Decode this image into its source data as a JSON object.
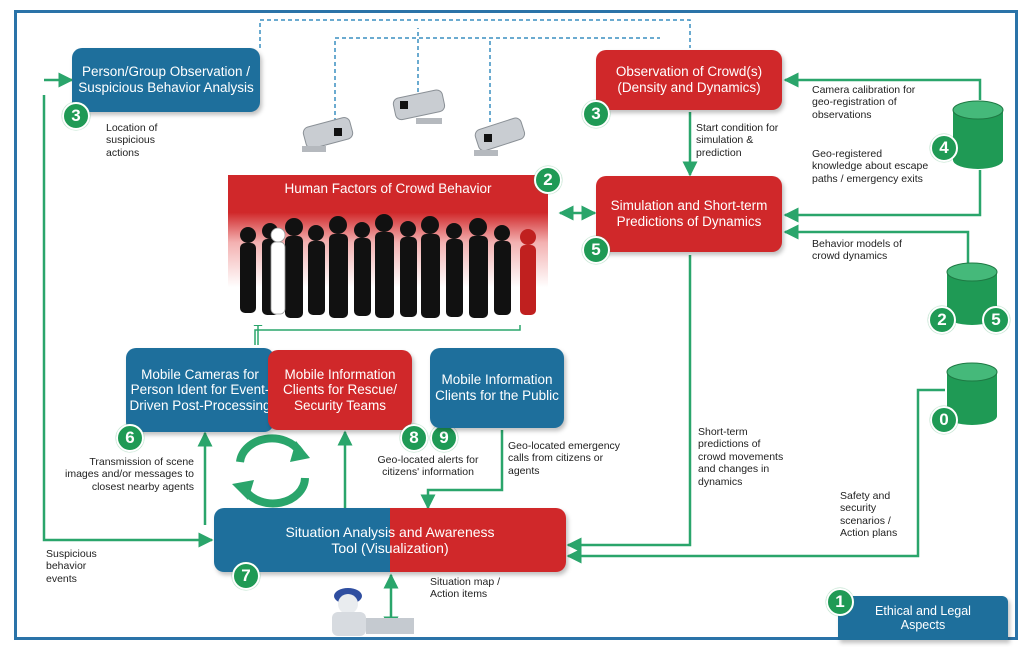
{
  "boxes": {
    "person_group": "Person/Group Observation / Suspicious Behavior Analysis",
    "crowd_obs": "Observation of Crowd(s) (Density and Dynamics)",
    "human_factors": "Human Factors of Crowd Behavior",
    "simulation": "Simulation and Short-term Predictions of Dynamics",
    "mobile_cameras": "Mobile Cameras for Person Ident for Event-Driven Post-Processing",
    "mobile_rescue": "Mobile Information Clients for Rescue/ Security Teams",
    "mobile_public": "Mobile Information Clients for the Public",
    "situation": "Situation Analysis and Awareness Tool (Visualization)",
    "ethical": "Ethical and Legal Aspects"
  },
  "annotations": {
    "location": "Location of suspicious actions",
    "start_condition": "Start condition for simulation & prediction",
    "camera_calibration": "Camera calibration for geo-registration of observations",
    "geo_knowledge": "Geo-registered knowledge about escape paths / emergency exits",
    "behavior_models": "Behavior models of crowd dynamics",
    "transmission": "Transmission of scene images and/or messages to closest nearby agents",
    "geo_alerts": "Geo-located alerts for citizens' information",
    "geo_calls": "Geo-located emergency calls from citizens or agents",
    "short_term": "Short-term predictions of crowd movements and changes in dynamics",
    "safety": "Safety and security scenarios / Action plans",
    "suspicious_events": "Suspicious behavior events",
    "situation_map": "Situation map / Action items"
  },
  "numbers": {
    "n_person": "3",
    "n_crowd": "3",
    "n_human": "2",
    "n_sim": "5",
    "n_db4": "4",
    "n_db2": "2",
    "n_db5": "5",
    "n_db0": "0",
    "n_cameras": "6",
    "n_8": "8",
    "n_9": "9",
    "n_7": "7",
    "n_1": "1"
  },
  "colors": {
    "blue": "#1e6f9c",
    "red": "#d0282a",
    "green": "#1f9a55",
    "arrow": "#2aa56b"
  }
}
